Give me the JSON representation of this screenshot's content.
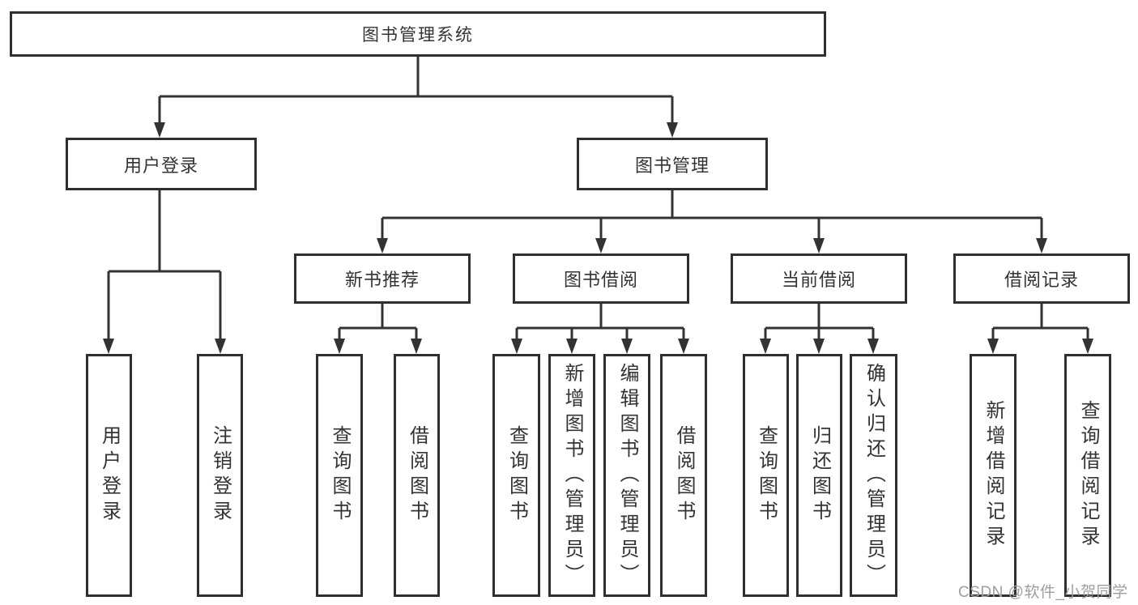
{
  "diagram": {
    "root": {
      "label": "图书管理系统"
    },
    "level2": [
      {
        "label": "用户登录"
      },
      {
        "label": "图书管理"
      }
    ],
    "level3": [
      {
        "label": "新书推荐"
      },
      {
        "label": "图书借阅"
      },
      {
        "label": "当前借阅"
      },
      {
        "label": "借阅记录"
      }
    ],
    "user_login_children": [
      {
        "label": "用户登录"
      },
      {
        "label": "注销登录"
      }
    ],
    "new_book_children": [
      {
        "label": "查询图书"
      },
      {
        "label": "借阅图书"
      }
    ],
    "book_borrow_children": [
      {
        "label": "查询图书"
      },
      {
        "label": "新增图书（管理员）"
      },
      {
        "label": "编辑图书（管理员）"
      },
      {
        "label": "借阅图书"
      }
    ],
    "current_borrow_children": [
      {
        "label": "查询图书"
      },
      {
        "label": "归还图书"
      },
      {
        "label": "确认归还（管理员）"
      }
    ],
    "borrow_record_children": [
      {
        "label": "新增借阅记录"
      },
      {
        "label": "查询借阅记录"
      }
    ]
  },
  "watermark": {
    "text": "CSDN @软件_小贺同学"
  },
  "colors": {
    "line": "#333333",
    "box_border": "#2f2f2f",
    "text": "#333333",
    "watermark": "#9e9e9e",
    "background": "#ffffff"
  }
}
